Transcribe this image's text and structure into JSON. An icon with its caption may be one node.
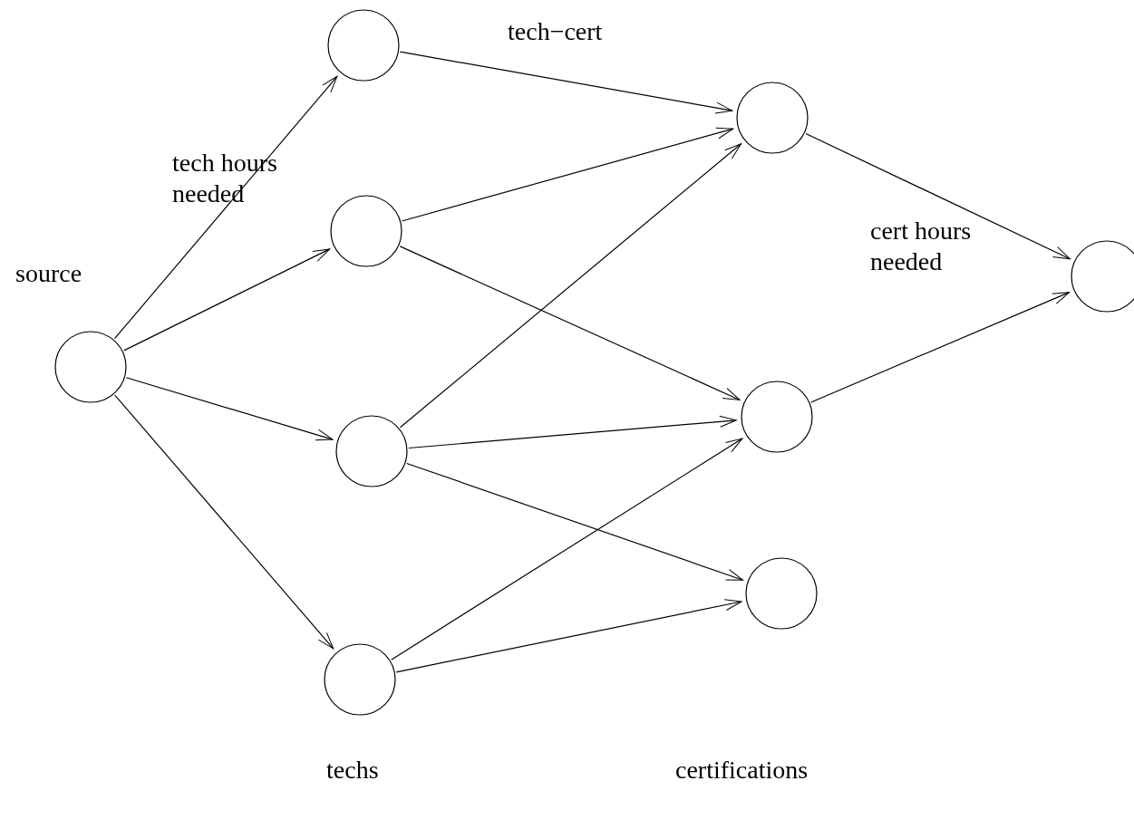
{
  "diagram": {
    "nodes": [
      {
        "text": [],
        "shape": "circle",
        "beside": [
          "source"
        ]
      },
      {
        "text": [],
        "shape": "circle"
      },
      {
        "text": [],
        "shape": "circle"
      },
      {
        "text": [],
        "shape": "circle"
      },
      {
        "text": [],
        "shape": "circle"
      },
      {
        "text": [],
        "shape": "circle"
      },
      {
        "text": [],
        "shape": "circle"
      },
      {
        "text": [],
        "shape": "circle"
      },
      {
        "text": [],
        "shape": "circle"
      }
    ],
    "edges": [
      {
        "from": 0,
        "to": 1,
        "arrow": "to"
      },
      {
        "from": 0,
        "to": 2,
        "arrow": "to"
      },
      {
        "from": 0,
        "to": 3,
        "arrow": "to"
      },
      {
        "from": 0,
        "to": 4,
        "arrow": "to"
      },
      {
        "from": 1,
        "to": 5,
        "arrow": "to"
      },
      {
        "from": 2,
        "to": 5,
        "arrow": "to"
      },
      {
        "from": 2,
        "to": 6,
        "arrow": "to"
      },
      {
        "from": 3,
        "to": 5,
        "arrow": "to"
      },
      {
        "from": 3,
        "to": 6,
        "arrow": "to"
      },
      {
        "from": 3,
        "to": 7,
        "arrow": "to"
      },
      {
        "from": 4,
        "to": 6,
        "arrow": "to"
      },
      {
        "from": 4,
        "to": 7,
        "arrow": "to"
      },
      {
        "from": 5,
        "to": 8,
        "arrow": "to"
      },
      {
        "from": 6,
        "to": 8,
        "arrow": "to"
      }
    ],
    "labels": [
      "tech−cert",
      "tech hours needed",
      "cert hours needed",
      "techs",
      "certifications"
    ]
  }
}
